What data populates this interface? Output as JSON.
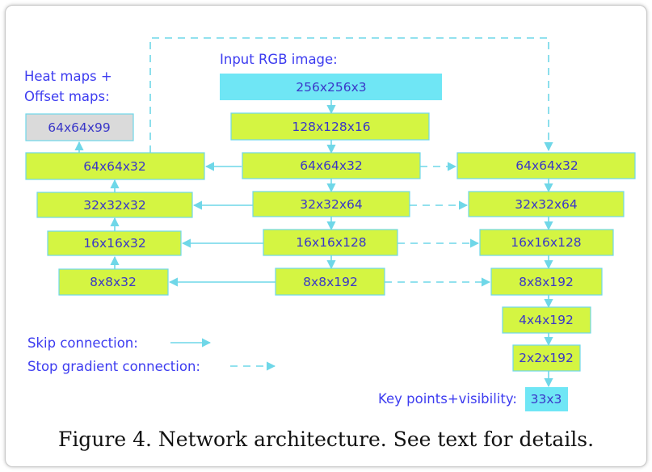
{
  "colors": {
    "node_fill": "#d4f542",
    "node_stroke": "#6fd7e8",
    "input_fill": "#6fe6f5",
    "heatmap_fill": "#dadada",
    "output_fill": "#6fe6f5",
    "arrow": "#6fd7e8",
    "text": "#3a37c8"
  },
  "labels": {
    "input": "Input RGB image:",
    "heat_line1": "Heat maps +",
    "heat_line2": "Offset maps:",
    "skip_legend": "Skip connection:",
    "stop_legend": "Stop gradient connection:",
    "keypoints": "Key points+visibility:"
  },
  "nodes": {
    "input": "256x256x3",
    "c128": "128x128x16",
    "c64": "64x64x32",
    "c32": "32x32x64",
    "c16": "16x16x128",
    "c8": "8x8x192",
    "l64": "64x64x32",
    "l32": "32x32x32",
    "l16": "16x16x32",
    "l8": "8x8x32",
    "heat": "64x64x99",
    "r64": "64x64x32",
    "r32": "32x32x64",
    "r16": "16x16x128",
    "r8": "8x8x192",
    "r4": "4x4x192",
    "r2": "2x2x192",
    "out": "33x3"
  },
  "caption": "Figure 4. Network architecture. See text for details."
}
